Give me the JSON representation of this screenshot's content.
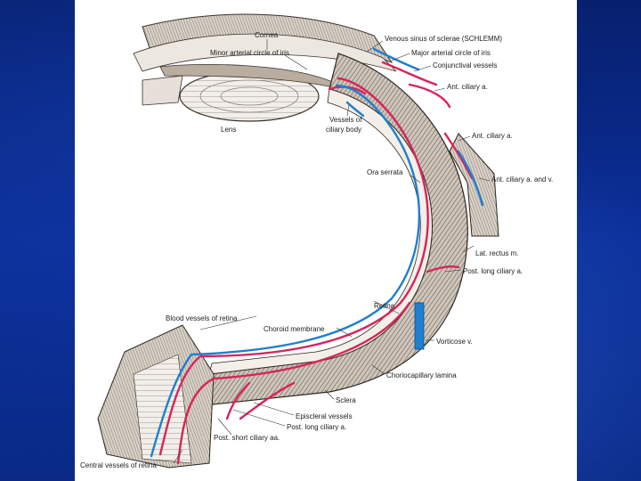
{
  "diagram": {
    "labels": {
      "cornea": "Cornea",
      "venous_sinus": "Venous sinus of sclerae (SCHLEMM)",
      "minor_circle": "Minor arterial circle of iris",
      "major_circle": "Major arterial circle of iris",
      "conjunctival": "Conjunctival vessels",
      "ant_ciliary_a1": "Ant. ciliary a.",
      "lens": "Lens",
      "vessels_ciliary": "Vessels of",
      "vessels_ciliary_2": "ciliary body",
      "ant_ciliary_a2": "Ant. ciliary a.",
      "ora_serrata": "Ora serrata",
      "ant_ciliary_av": "Ant. ciliary a. and v.",
      "lat_rectus": "Lat. rectus m.",
      "post_long_ciliary": "Post. long ciliary a.",
      "retina": "Retina",
      "blood_vessels_retina": "Blood vessels of retina",
      "choroid": "Choroid membrane",
      "vorticose": "Vorticose v.",
      "choriocapillary": "Choriocapillary lamina",
      "sclera": "Sclera",
      "episcleral": "Episcleral vessels",
      "post_long_ciliary_2": "Post. long ciliary a.",
      "post_short_ciliary": "Post. short ciliary aa.",
      "central_vessels": "Central vessels of retina"
    },
    "colors": {
      "artery": "#d8245a",
      "vein": "#1f7fd0",
      "tissue": "#8a7a6a",
      "tissue_dark": "#4a3f36"
    }
  }
}
